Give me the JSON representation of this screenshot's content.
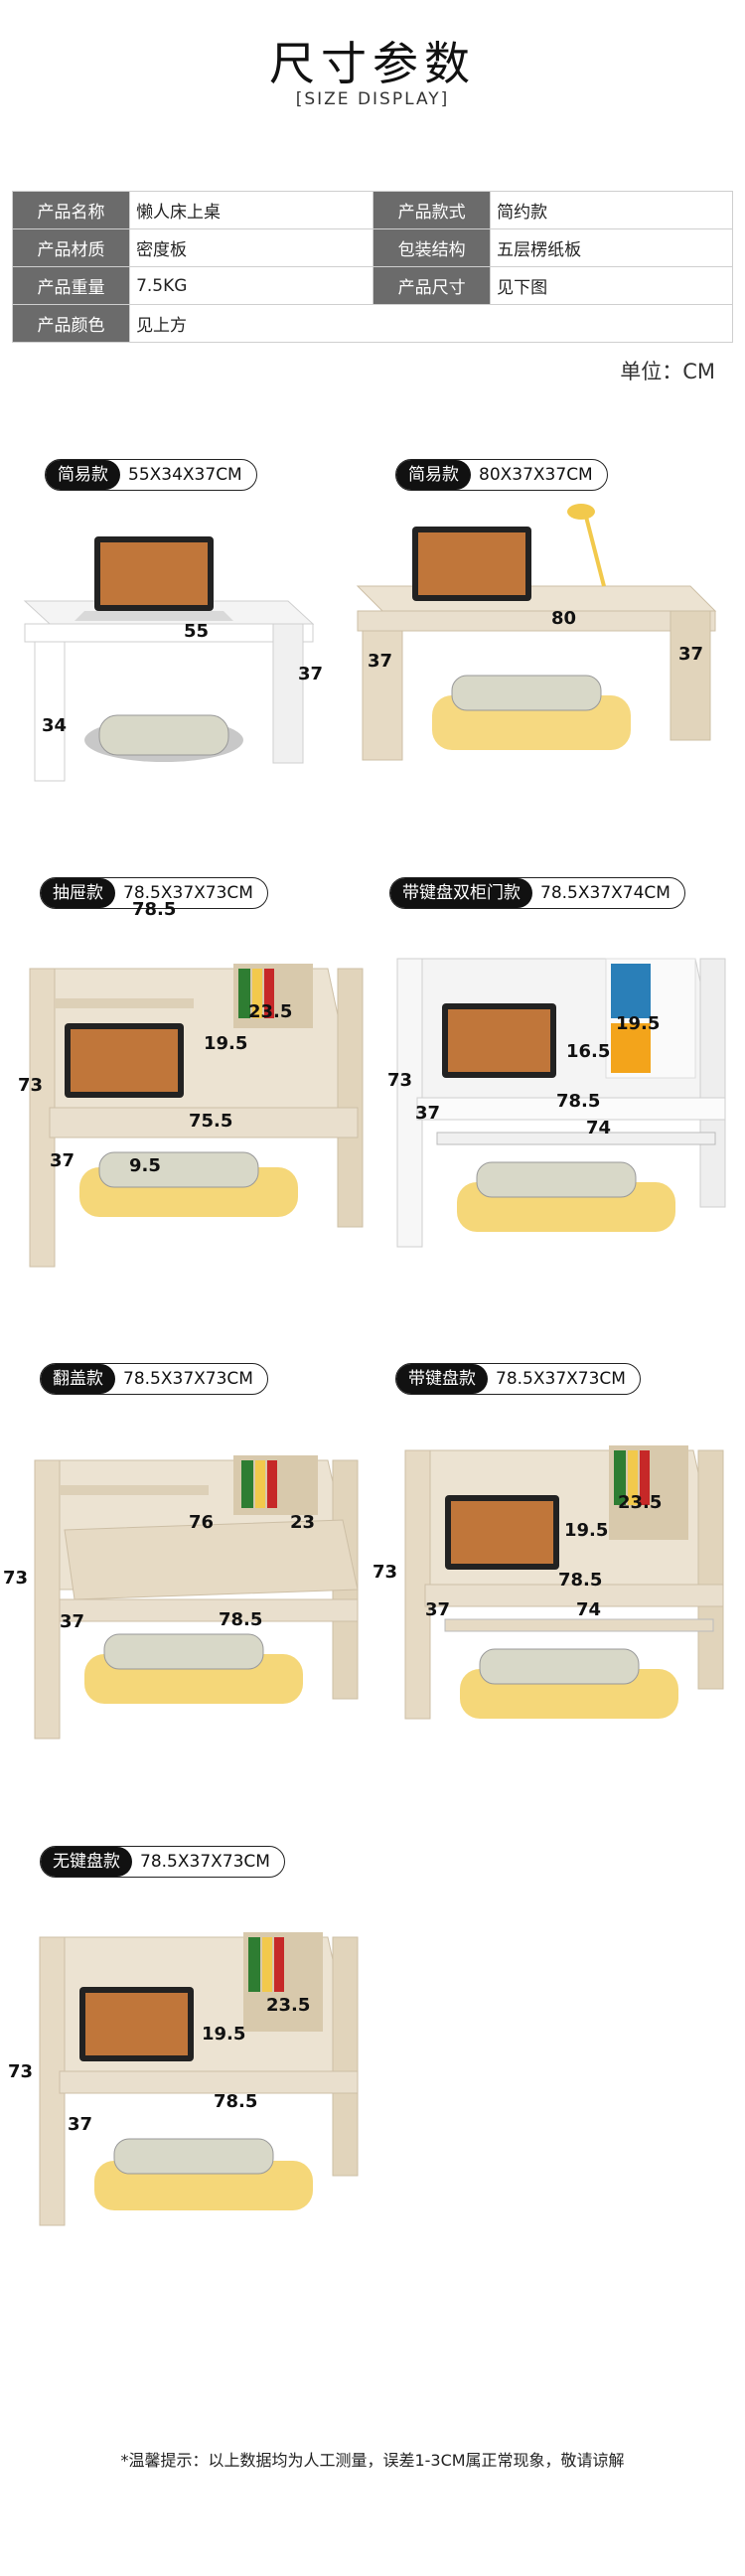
{
  "header": {
    "title": "尺寸参数",
    "subtitle": "[SIZE DISPLAY]"
  },
  "specs": [
    {
      "k1": "产品名称",
      "v1": "懒人床上桌",
      "k2": "产品款式",
      "v2": "简约款"
    },
    {
      "k1": "产品材质",
      "v1": "密度板",
      "k2": "包装结构",
      "v2": "五层楞纸板"
    },
    {
      "k1": "产品重量",
      "v1": "7.5KG",
      "k2": "产品尺寸",
      "v2": "见下图"
    },
    {
      "k1": "产品颜色",
      "v1": "见上方",
      "k2": "",
      "v2": ""
    }
  ],
  "unit": "单位：CM",
  "products": [
    {
      "tag": "简易款",
      "dims": "55X34X37CM",
      "labels": [
        "55",
        "37",
        "34"
      ]
    },
    {
      "tag": "简易款",
      "dims": "80X37X37CM",
      "labels": [
        "80",
        "37",
        "37"
      ]
    },
    {
      "tag": "抽屉款",
      "dims": "78.5X37X73CM",
      "labels": [
        "78.5",
        "73",
        "23.5",
        "19.5",
        "75.5",
        "37",
        "9.5"
      ]
    },
    {
      "tag": "带键盘双柜门款",
      "dims": "78.5X37X74CM",
      "labels": [
        "16.5",
        "19.5",
        "73",
        "78.5",
        "37",
        "74"
      ]
    },
    {
      "tag": "翻盖款",
      "dims": "78.5X37X73CM",
      "labels": [
        "76",
        "23",
        "73",
        "78.5",
        "37"
      ]
    },
    {
      "tag": "带键盘款",
      "dims": "78.5X37X73CM",
      "labels": [
        "19.5",
        "23.5",
        "73",
        "78.5",
        "37",
        "74"
      ]
    },
    {
      "tag": "无键盘款",
      "dims": "78.5X37X73CM",
      "labels": [
        "23.5",
        "19.5",
        "73",
        "78.5",
        "37"
      ]
    }
  ],
  "colors": {
    "wood": "#e9dfcd",
    "white": "#f7f7f7",
    "yellow": "#f2c94c",
    "teal": "#2a7fb8",
    "orange": "#f3a41b"
  },
  "note": "*温馨提示：以上数据均为人工测量，误差1-3CM属正常现象，敬请谅解"
}
